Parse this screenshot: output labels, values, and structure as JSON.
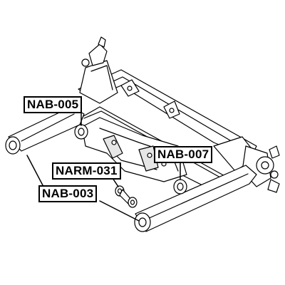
{
  "callouts": {
    "nab005": "NAB-005",
    "nab007": "NAB-007",
    "narm031": "NARM-031",
    "nab003": "NAB-003"
  },
  "colors": {
    "line": "#000000",
    "fill": "#ffffff",
    "shade": "#e6e6e6"
  }
}
